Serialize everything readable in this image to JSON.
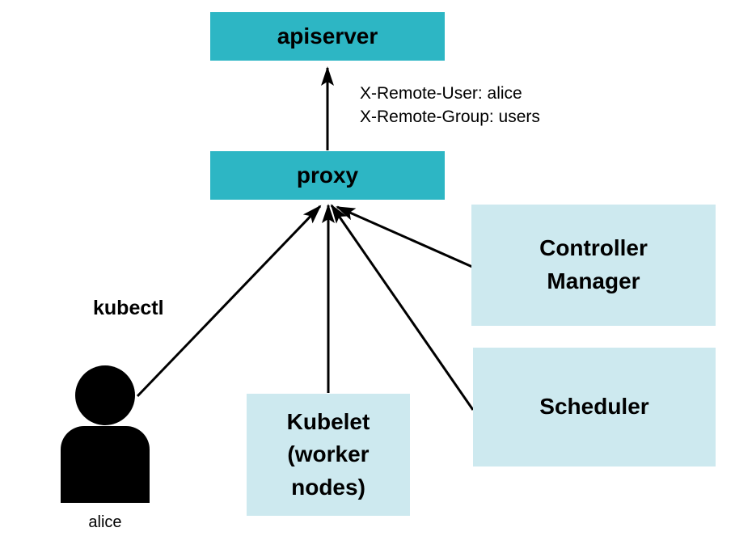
{
  "diagram": {
    "description": "Kubernetes authenticating proxy flow diagram",
    "nodes": {
      "apiserver": {
        "label": "apiserver"
      },
      "proxy": {
        "label": "proxy"
      },
      "controller_manager": {
        "label": "Controller Manager",
        "lines": [
          "Controller",
          "Manager"
        ]
      },
      "scheduler": {
        "label": "Scheduler"
      },
      "kubelet": {
        "label": "Kubelet (worker nodes)",
        "lines": [
          "Kubelet",
          "(worker",
          "nodes)"
        ]
      },
      "user": {
        "label": "alice",
        "icon": "person-icon"
      }
    },
    "edges": [
      {
        "from": "proxy",
        "to": "apiserver",
        "labels": [
          "X-Remote-User: alice",
          "X-Remote-Group: users"
        ]
      },
      {
        "from": "user",
        "to": "proxy",
        "label": "kubectl"
      },
      {
        "from": "kubelet",
        "to": "proxy",
        "label": ""
      },
      {
        "from": "scheduler",
        "to": "proxy",
        "label": ""
      },
      {
        "from": "controller_manager",
        "to": "proxy",
        "label": ""
      }
    ],
    "colors": {
      "primary_node_fill": "#2db6c4",
      "secondary_node_fill": "#cde9ef",
      "arrow": "#000000",
      "text": "#000000",
      "background": "#ffffff"
    }
  }
}
